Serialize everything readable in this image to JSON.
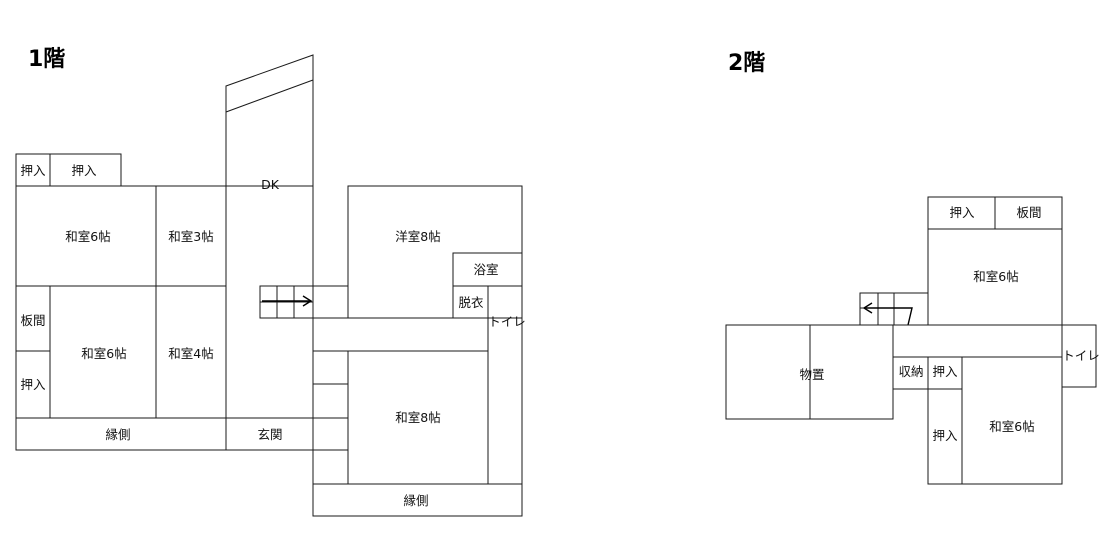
{
  "floor1": {
    "title": "1階",
    "labels": {
      "oshiire_a": "押入",
      "oshiire_b": "押入",
      "washitsu6_top": "和室6帖",
      "washitsu3": "和室3帖",
      "dk": "DK",
      "youshitsu8": "洋室8帖",
      "yokushitsu": "浴室",
      "datsui": "脱衣",
      "toilet": "トイレ",
      "itama": "板間",
      "washitsu6_bottom": "和室6帖",
      "washitsu4": "和室4帖",
      "oshiire_c": "押入",
      "washitsu8": "和室8帖",
      "engawa_left": "縁側",
      "genkan": "玄関",
      "engawa_bottom": "縁側"
    }
  },
  "floor2": {
    "title": "2階",
    "labels": {
      "oshiire_top": "押入",
      "itama": "板間",
      "washitsu6_top": "和室6帖",
      "toilet": "トイレ",
      "monooki": "物置",
      "shuunou": "収納",
      "oshiire_mid": "押入",
      "oshiire_low": "押入",
      "washitsu6_bottom": "和室6帖"
    }
  }
}
